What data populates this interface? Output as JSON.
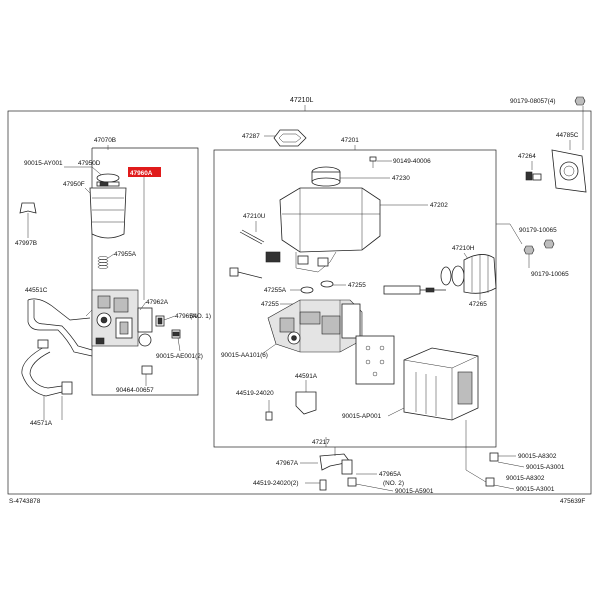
{
  "labels": {
    "p47210L": "47210L",
    "p90179_08057": "90179-08057(4)",
    "p47070B": "47070B",
    "p47960A": "47960A",
    "p90015_AY001": "90015-AY001",
    "p47950D": "47950D",
    "p47950F": "47950F",
    "p47997B": "47997B",
    "p47955A": "47955A",
    "p44551C": "44551C",
    "p47962A": "47962A",
    "p47965A_1": "47965A",
    "no1": "(NO. 1)",
    "p90015_AE001": "90015-AE001(2)",
    "p90464_00657": "90464-00657",
    "p44571A": "44571A",
    "p47287": "47287",
    "p47201": "47201",
    "p90149_40006": "90149-40006",
    "p47230": "47230",
    "p47202": "47202",
    "p47210U": "47210U",
    "p47210H": "47210H",
    "p47255A": "47255A",
    "p47255_1": "47255",
    "p47255_2": "47255",
    "p47265": "47265",
    "p90015_AA101": "90015-AA101(6)",
    "p44591A": "44591A",
    "p44519_24020_1": "44519-24020",
    "p90015_AP001": "90015-AP001",
    "p47217": "47217",
    "p44785C": "44785C",
    "p47264": "47264",
    "p90179_10065_1": "90179-10065",
    "p90179_10065_2": "90179-10065",
    "p90015_A8302_1": "90015-A8302",
    "p90015_A3001_1": "90015-A3001",
    "p90015_A8302_2": "90015-A8302",
    "p90015_A3001_2": "90015-A3001",
    "p47967A": "47967A",
    "p47965A_2": "47965A",
    "no2": "(NO. 2)",
    "p44519_24020_2": "44519-24020(2)",
    "p90015_A5901": "90015-A5901",
    "code_left": "S-4743878",
    "code_right": "475639F"
  },
  "highlight": {
    "color": "#e01b1b",
    "text_color": "#ffffff"
  }
}
